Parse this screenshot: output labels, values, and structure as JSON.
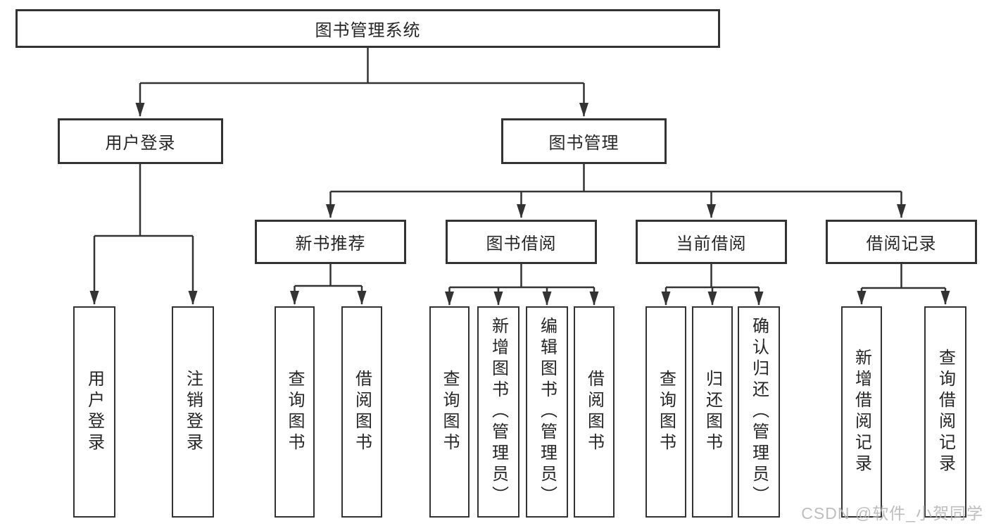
{
  "diagram": {
    "root": {
      "label": "图书管理系统"
    },
    "level2": [
      {
        "id": "user-login",
        "label": "用户登录"
      },
      {
        "id": "book-management",
        "label": "图书管理"
      }
    ],
    "level3": [
      {
        "id": "new-book-recommend",
        "label": "新书推荐",
        "parent": "book-management"
      },
      {
        "id": "book-borrowing",
        "label": "图书借阅",
        "parent": "book-management"
      },
      {
        "id": "current-borrowing",
        "label": "当前借阅",
        "parent": "book-management"
      },
      {
        "id": "borrowing-records",
        "label": "借阅记录",
        "parent": "book-management"
      }
    ],
    "leaves": [
      {
        "id": "user-login-leaf",
        "label": "用户登录",
        "parent": "user-login"
      },
      {
        "id": "logout",
        "label": "注销登录",
        "parent": "user-login"
      },
      {
        "id": "query-books-recommend",
        "label": "查询图书",
        "parent": "new-book-recommend"
      },
      {
        "id": "borrow-books-recommend",
        "label": "借阅图书",
        "parent": "new-book-recommend"
      },
      {
        "id": "query-books-borrowing",
        "label": "查询图书",
        "parent": "book-borrowing"
      },
      {
        "id": "add-books-admin",
        "label": "新增图书（管理员）",
        "parent": "book-borrowing"
      },
      {
        "id": "edit-books-admin",
        "label": "编辑图书（管理员）",
        "parent": "book-borrowing"
      },
      {
        "id": "borrow-books-borrowing",
        "label": "借阅图书",
        "parent": "book-borrowing"
      },
      {
        "id": "query-books-current",
        "label": "查询图书",
        "parent": "current-borrowing"
      },
      {
        "id": "return-books",
        "label": "归还图书",
        "parent": "current-borrowing"
      },
      {
        "id": "confirm-return-admin",
        "label": "确认归还（管理员）",
        "parent": "current-borrowing"
      },
      {
        "id": "add-borrow-record",
        "label": "新增借阅记录",
        "parent": "borrowing-records"
      },
      {
        "id": "query-borrow-record",
        "label": "查询借阅记录",
        "parent": "borrowing-records"
      }
    ]
  },
  "watermark": {
    "text": "CSDN @软件_小贺同学"
  },
  "colors": {
    "line": "#333333",
    "text": "#262626",
    "box_background": "#ffffff",
    "watermark": "#b3b3b3",
    "background": "#ffffff"
  }
}
